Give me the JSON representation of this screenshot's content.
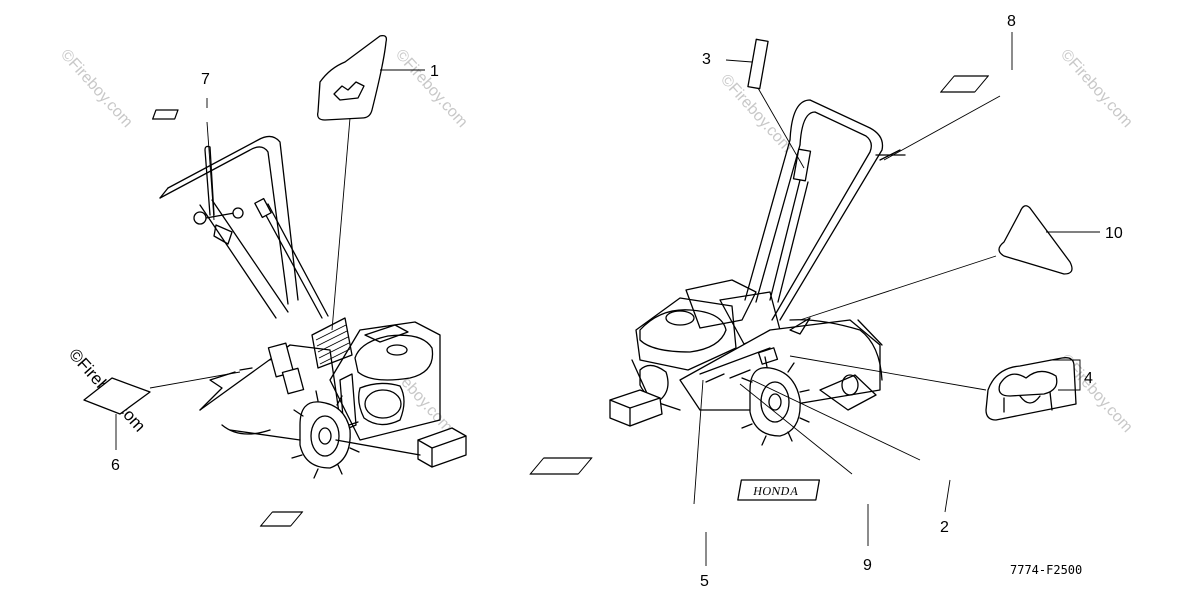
{
  "diagram": {
    "part_numbers": [
      "1",
      "2",
      "3",
      "4",
      "5",
      "6",
      "7",
      "8",
      "9",
      "10"
    ],
    "drawing_code": "7774-F2500",
    "watermark": "©Fireboy.com",
    "decal_text_honda": "HONDA"
  }
}
